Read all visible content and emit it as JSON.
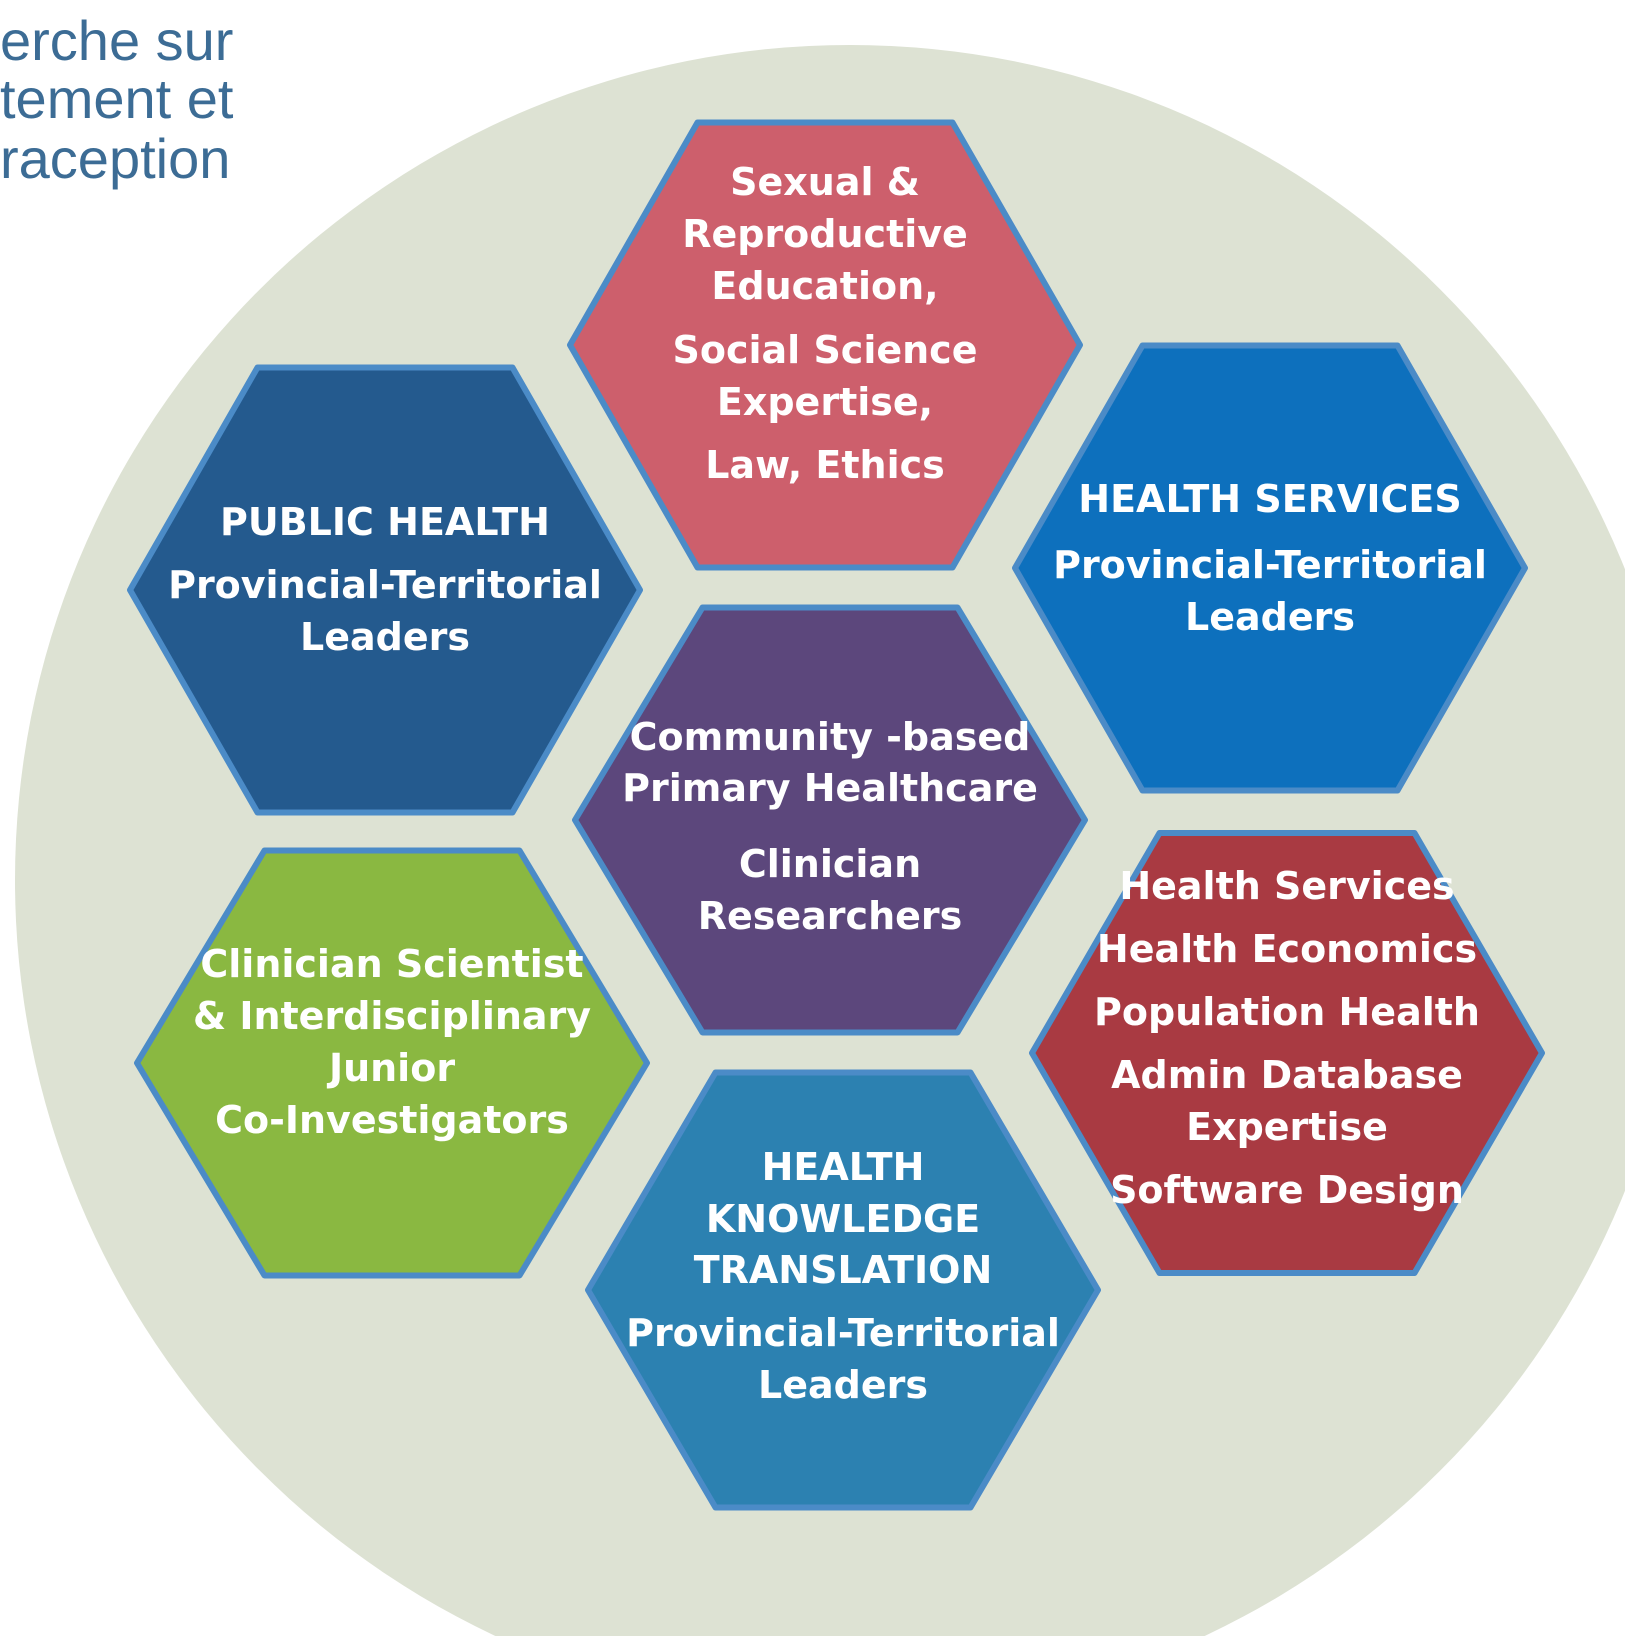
{
  "logo": {
    "lines": [
      "erche sur",
      "tement et",
      "raception"
    ]
  },
  "colors": {
    "background_circle": "#dde2d3",
    "hex_border": "#4b8bc7",
    "text": "#ffffff",
    "logo_text": "#3c6c95"
  },
  "hexagons": [
    {
      "id": "top",
      "fill": "#cd5f6c",
      "lines": [
        "Sexual &",
        "Reproductive",
        "Education,",
        "Social Science",
        "Expertise,",
        "Law, Ethics"
      ]
    },
    {
      "id": "left-top",
      "fill": "#245a8e",
      "lines": [
        "PUBLIC HEALTH",
        "Provincial-Territorial",
        "Leaders"
      ]
    },
    {
      "id": "right-top",
      "fill": "#0d70bd",
      "lines": [
        "HEALTH SERVICES",
        "Provincial-Territorial",
        "Leaders"
      ]
    },
    {
      "id": "center",
      "fill": "#5c477c",
      "lines": [
        "Community -based",
        "Primary Healthcare",
        "Clinician",
        "Researchers"
      ]
    },
    {
      "id": "left-bottom",
      "fill": "#8ab841",
      "lines": [
        "Clinician Scientist",
        "& Interdisciplinary",
        "Junior",
        "Co-Investigators"
      ]
    },
    {
      "id": "right-bottom",
      "fill": "#a93a42",
      "lines": [
        "Health Services",
        "Health Economics",
        "Population Health",
        "Admin Database",
        "Expertise",
        "Software Design"
      ]
    },
    {
      "id": "bottom",
      "fill": "#2c81b1",
      "lines": [
        "HEALTH",
        "KNOWLEDGE",
        "TRANSLATION",
        "Provincial-Territorial",
        "Leaders"
      ]
    }
  ]
}
